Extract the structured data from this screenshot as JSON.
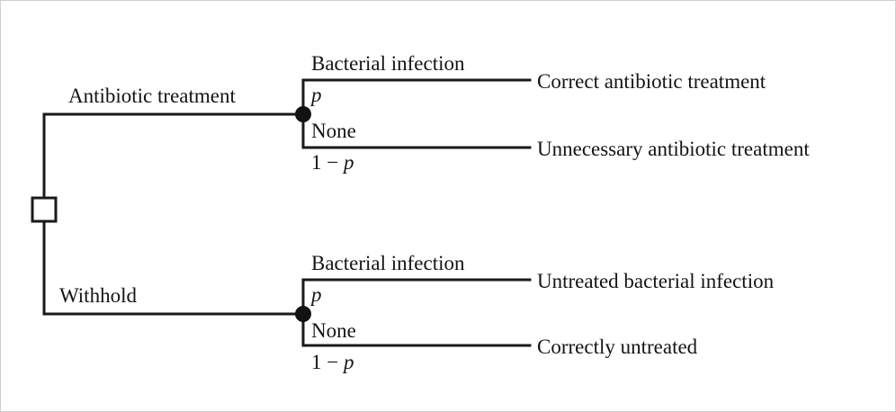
{
  "figure": {
    "type": "decision-tree",
    "title": "",
    "background_color": "#ffffff",
    "line_color": "#1a1a1a",
    "text_color": "#141414",
    "border_color": "#cfcfcf"
  },
  "decision_node": {
    "name": "decision-node",
    "shape": "square"
  },
  "branches": [
    {
      "id": "antibiotic-treatment",
      "label": "Antibiotic treatment",
      "chance_node": "chance-node",
      "outcomes": [
        {
          "id": "bacterial-infection-treated",
          "state_label": "Bacterial infection",
          "probability": "p",
          "probability_prefix": "",
          "outcome": "Correct antibiotic treatment"
        },
        {
          "id": "none-treated",
          "state_label": "None",
          "probability": "p",
          "probability_prefix": "1 − ",
          "outcome": "Unnecessary antibiotic treatment"
        }
      ]
    },
    {
      "id": "withhold",
      "label": "Withhold",
      "chance_node": "chance-node",
      "outcomes": [
        {
          "id": "bacterial-infection-untreated",
          "state_label": "Bacterial infection",
          "probability": "p",
          "probability_prefix": "",
          "outcome": "Untreated bacterial infection"
        },
        {
          "id": "none-untreated",
          "state_label": "None",
          "probability": "p",
          "probability_prefix": "1 − ",
          "outcome": "Correctly untreated"
        }
      ]
    }
  ]
}
